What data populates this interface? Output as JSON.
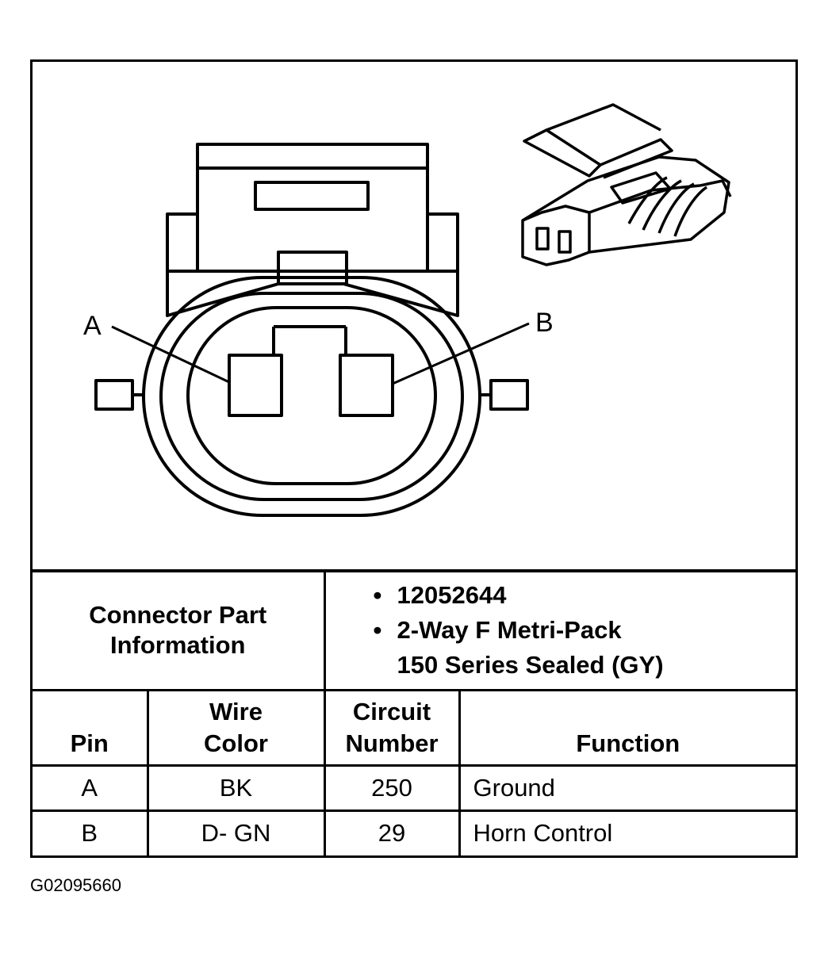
{
  "diagram": {
    "pin_labels": [
      "A",
      "B"
    ]
  },
  "part_info": {
    "label_line1": "Connector Part",
    "label_line2": "Information",
    "bullets": [
      "12052644",
      "2-Way F Metri-Pack",
      "150 Series Sealed (GY)"
    ]
  },
  "table": {
    "headers": {
      "pin": "Pin",
      "wire_line1": "Wire",
      "wire_line2": "Color",
      "circuit_line1": "Circuit",
      "circuit_line2": "Number",
      "function": "Function"
    },
    "rows": [
      {
        "pin": "A",
        "wire_color": "BK",
        "circuit": "250",
        "function": "Ground"
      },
      {
        "pin": "B",
        "wire_color": "D- GN",
        "circuit": "29",
        "function": "Horn Control"
      }
    ]
  },
  "figure_id": "G02095660"
}
